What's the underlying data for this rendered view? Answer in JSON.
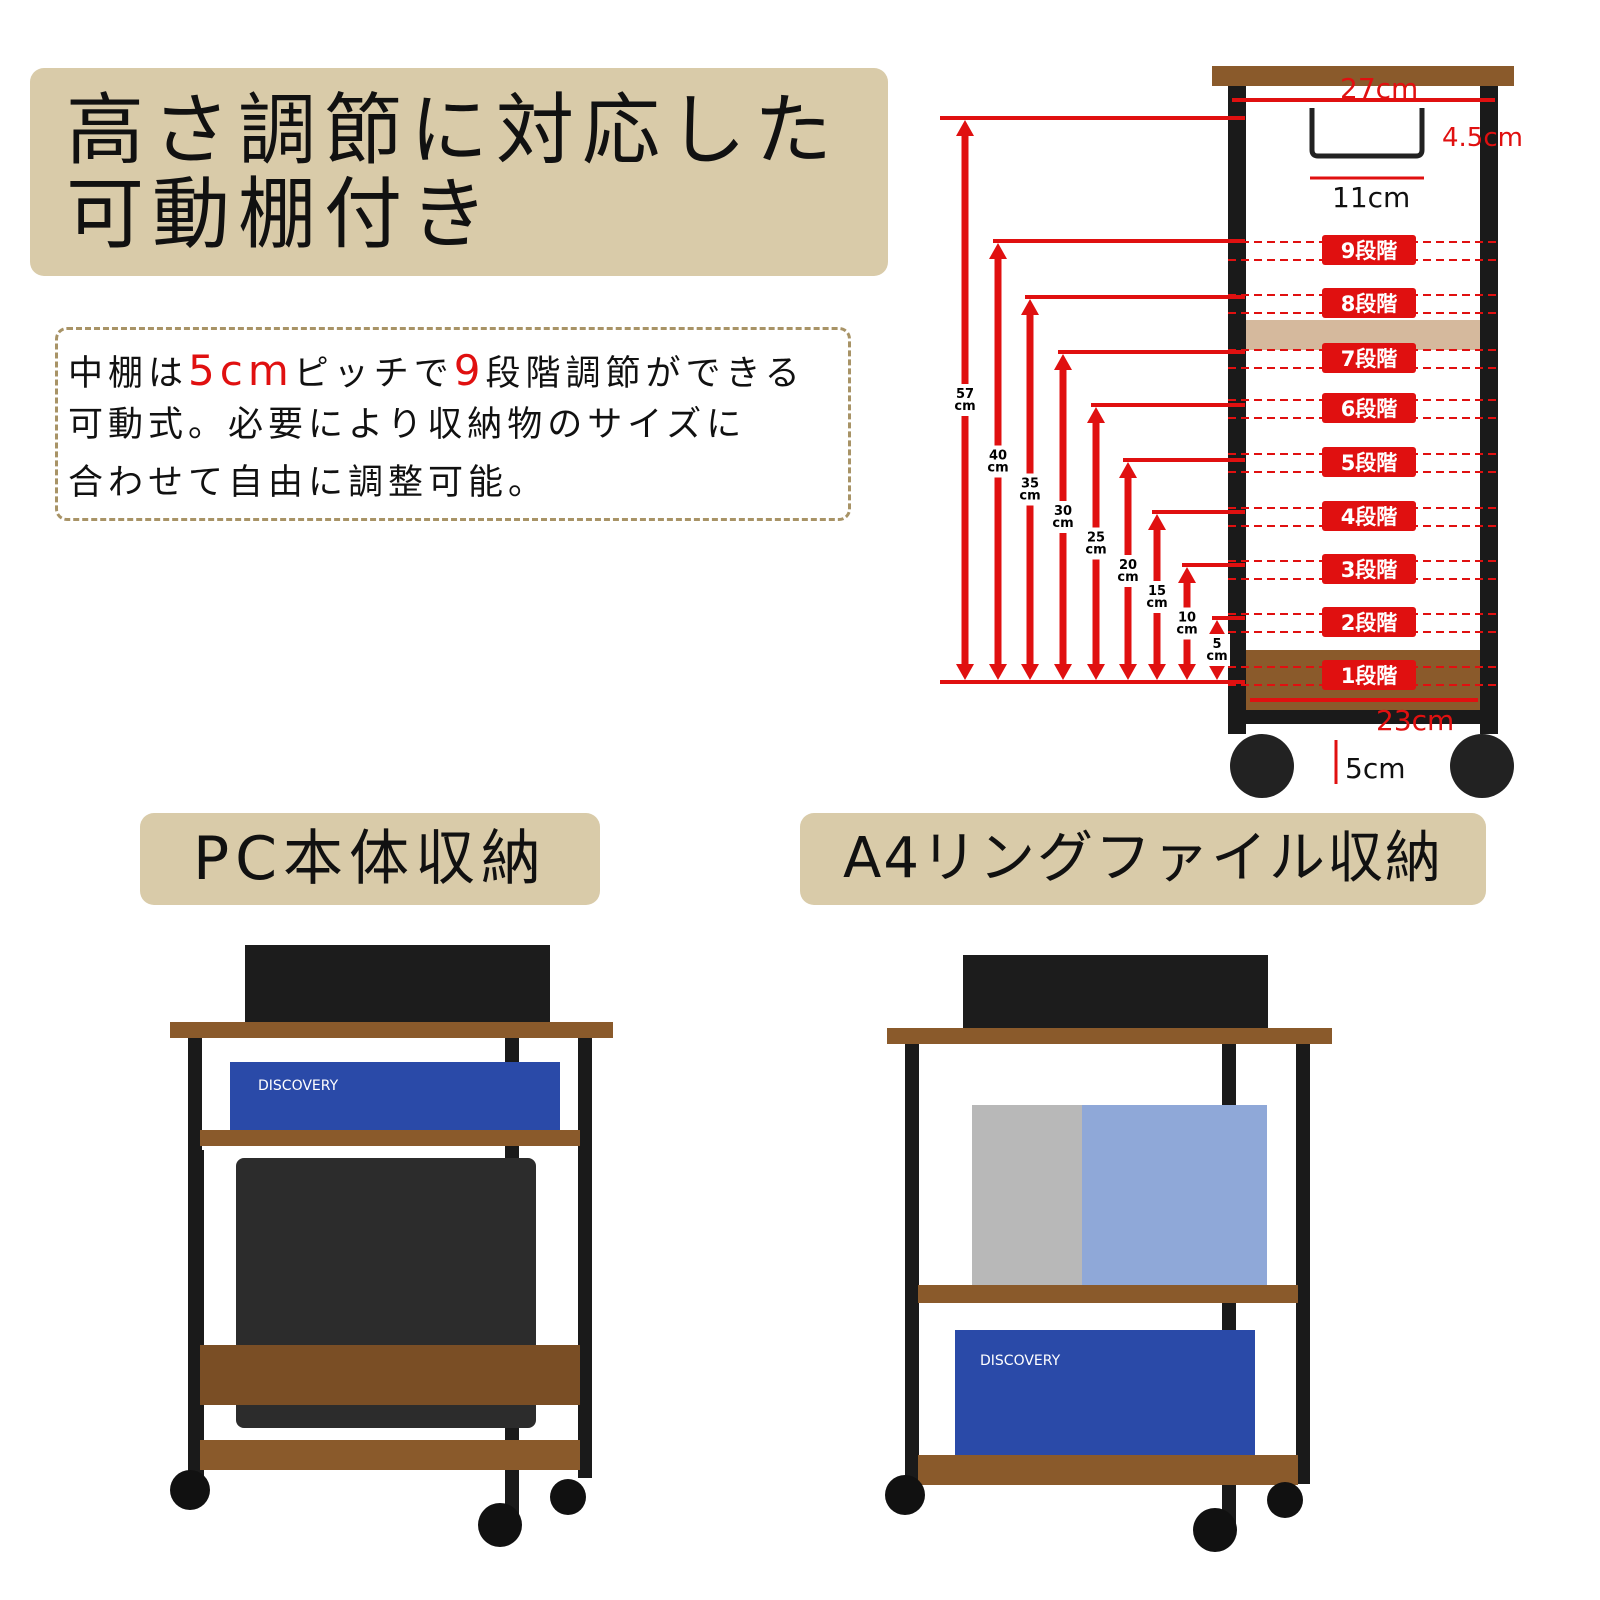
{
  "title": {
    "line1": "高さ調節に対応した",
    "line2": "可動棚付き"
  },
  "description": {
    "line1_a": "中棚は",
    "line1_pitch": "5cm",
    "line1_b": "ピッチで",
    "line1_steps": "9",
    "line1_c": "段階調節ができる",
    "line2": "可動式。必要により収納物のサイズに",
    "line3": "合わせて自由に調整可能。"
  },
  "diagram": {
    "top_width": "27cm",
    "hook_height": "4.5cm",
    "hook_width": "11cm",
    "bottom_width": "23cm",
    "caster_height": "5cm",
    "heights": [
      "57\ncm",
      "40\ncm",
      "35\ncm",
      "30\ncm",
      "25\ncm",
      "20\ncm",
      "15\ncm",
      "10\ncm",
      "5\ncm"
    ],
    "levels": [
      "9段階",
      "8段階",
      "7段階",
      "6段階",
      "5段階",
      "4段階",
      "3段階",
      "2段階",
      "1段階"
    ]
  },
  "captions": {
    "left": "PC本体収納",
    "right": "A4リングファイル収納"
  },
  "box_brand": "DISCOVERY",
  "colors": {
    "accent_red": "#e01010",
    "label_bg": "#d9cba9",
    "wood": "#8a5a2b",
    "frame": "#1a1a1a"
  }
}
